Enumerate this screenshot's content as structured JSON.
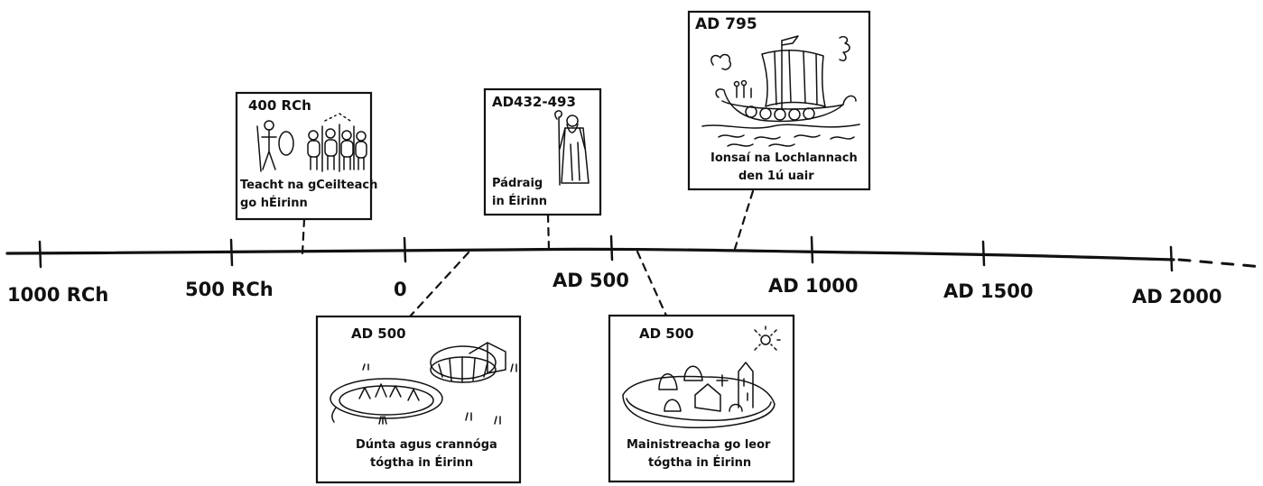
{
  "timeline": {
    "ticks": [
      {
        "label": "1000 RCh"
      },
      {
        "label": "500 RCh"
      },
      {
        "label": "0"
      },
      {
        "label": "AD 500"
      },
      {
        "label": "AD 1000"
      },
      {
        "label": "AD 1500"
      },
      {
        "label": "AD 2000"
      }
    ]
  },
  "cards": {
    "celts": {
      "date": "400 RCh",
      "caption_line1": "Teacht na gCeilteach",
      "caption_line2": "go hÉirinn",
      "icon": "celtic-warriors-illustration"
    },
    "patrick": {
      "date": "AD432-493",
      "caption_line1": "Pádraig",
      "caption_line2": "in Éirinn",
      "icon": "saint-patrick-illustration"
    },
    "vikings": {
      "date": "AD 795",
      "caption_line1": "Ionsaí na Lochlannach",
      "caption_line2": "den 1ú uair",
      "icon": "viking-longship-illustration"
    },
    "forts": {
      "date": "AD 500",
      "caption_line1": "Dúnta agus crannóga",
      "caption_line2": "tógtha in Éirinn",
      "icon": "ringfort-crannog-illustration"
    },
    "monasteries": {
      "date": "AD 500",
      "caption_line1": "Mainistreacha go leor",
      "caption_line2": "tógtha in Éirinn",
      "icon": "monastery-illustration"
    }
  }
}
